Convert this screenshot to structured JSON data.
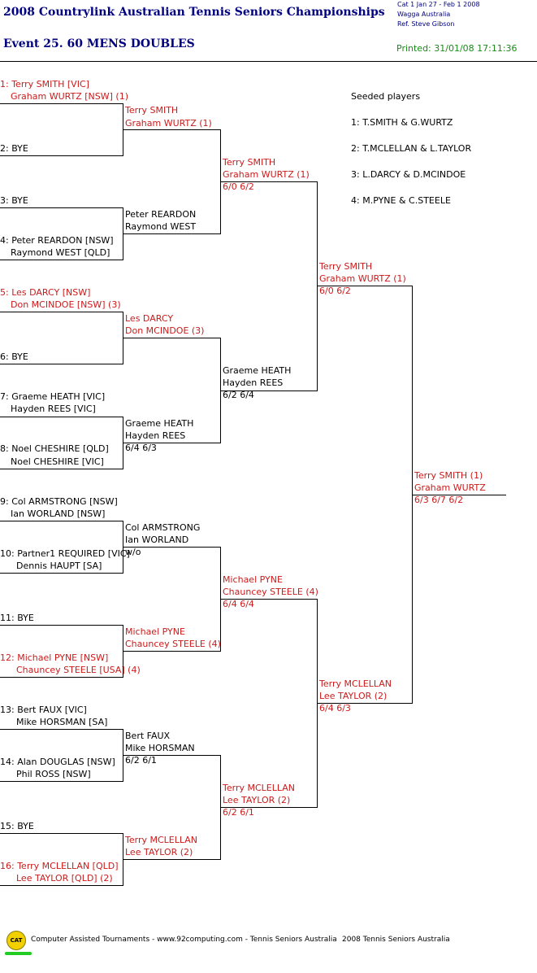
{
  "header": {
    "title": "2008 Countrylink Australian Tennis Seniors Championships",
    "event": "Event 25. 60 MENS DOUBLES",
    "meta_line1": "Cat 1   Jan 27 - Feb 1 2008",
    "meta_line2": "Wagga   Australia",
    "meta_line3": "Ref. Steve Gibson",
    "printed": "Printed: 31/01/08 17:11:36"
  },
  "seeded": {
    "heading": "Seeded players",
    "items": [
      "1: T.SMITH & G.WURTZ",
      "2: T.MCLELLAN & L.TAYLOR",
      "3: L.DARCY & D.MCINDOE",
      "4: M.PYNE & C.STEELE"
    ]
  },
  "round1": [
    {
      "l1": "1: Terry SMITH [VIC]",
      "l2": "Graham WURTZ [NSW] (1)"
    },
    {
      "l1": "2: BYE",
      "l2": ""
    },
    {
      "l1": "3: BYE",
      "l2": ""
    },
    {
      "l1": "4: Peter REARDON [NSW]",
      "l2": "Raymond WEST [QLD]"
    },
    {
      "l1": "5: Les DARCY [NSW]",
      "l2": "Don MCINDOE [NSW] (3)"
    },
    {
      "l1": "6: BYE",
      "l2": ""
    },
    {
      "l1": "7: Graeme HEATH [VIC]",
      "l2": "Hayden REES [VIC]"
    },
    {
      "l1": "8: Noel CHESHIRE [QLD]",
      "l2": "Noel CHESHIRE [VIC]"
    },
    {
      "l1": "9: Col ARMSTRONG [NSW]",
      "l2": "Ian WORLAND [NSW]"
    },
    {
      "l1": "10: Partner1 REQUIRED [VIC]",
      "l2": "Dennis HAUPT [SA]"
    },
    {
      "l1": "11: BYE",
      "l2": ""
    },
    {
      "l1": "12: Michael PYNE [NSW]",
      "l2": "Chauncey STEELE [USA] (4)"
    },
    {
      "l1": "13: Bert FAUX [VIC]",
      "l2": "Mike HORSMAN [SA]"
    },
    {
      "l1": "14: Alan DOUGLAS [NSW]",
      "l2": "Phil ROSS [NSW]"
    },
    {
      "l1": "15: BYE",
      "l2": ""
    },
    {
      "l1": "16: Terry MCLELLAN [QLD]",
      "l2": "Lee TAYLOR [QLD] (2)"
    }
  ],
  "round2": [
    {
      "l1": "Terry SMITH",
      "l2": "Graham WURTZ (1)",
      "score": ""
    },
    {
      "l1": "Peter REARDON",
      "l2": "Raymond WEST",
      "score": ""
    },
    {
      "l1": "Les DARCY",
      "l2": "Don MCINDOE (3)",
      "score": ""
    },
    {
      "l1": "Graeme HEATH",
      "l2": "Hayden REES",
      "score": "6/4 6/3"
    },
    {
      "l1": "Col ARMSTRONG",
      "l2": "Ian WORLAND",
      "score": "w/o"
    },
    {
      "l1": "Michael PYNE",
      "l2": "Chauncey STEELE (4)",
      "score": ""
    },
    {
      "l1": "Bert FAUX",
      "l2": "Mike HORSMAN",
      "score": "6/2 6/1"
    },
    {
      "l1": "Terry MCLELLAN",
      "l2": "Lee TAYLOR (2)",
      "score": ""
    }
  ],
  "round3": [
    {
      "l1": "Terry SMITH",
      "l2": "Graham WURTZ (1)",
      "score": "6/0 6/2"
    },
    {
      "l1": "Graeme HEATH",
      "l2": "Hayden REES",
      "score": "6/2 6/4"
    },
    {
      "l1": "Michael PYNE",
      "l2": "Chauncey STEELE (4)",
      "score": "6/4 6/4"
    },
    {
      "l1": "Terry MCLELLAN",
      "l2": "Lee TAYLOR (2)",
      "score": "6/2 6/1"
    }
  ],
  "round4": [
    {
      "l1": "Terry SMITH",
      "l2": "Graham WURTZ (1)",
      "score": "6/0 6/2"
    },
    {
      "l1": "Terry MCLELLAN",
      "l2": "Lee TAYLOR (2)",
      "score": "6/4 6/3"
    }
  ],
  "final": {
    "l1": "Terry SMITH (1)",
    "l2": "Graham WURTZ",
    "score": "6/3 6/7 6/2"
  },
  "footer": {
    "logo_text": "CAT",
    "credit": "Computer Assisted Tournaments - www.92computing.com -  Tennis Seniors Australia",
    "org": "2008 Tennis Seniors Australia"
  },
  "colors": {
    "seed_red": "#cc1a1a",
    "title_navy": "#000080",
    "printed_green": "#1a8a1a"
  }
}
